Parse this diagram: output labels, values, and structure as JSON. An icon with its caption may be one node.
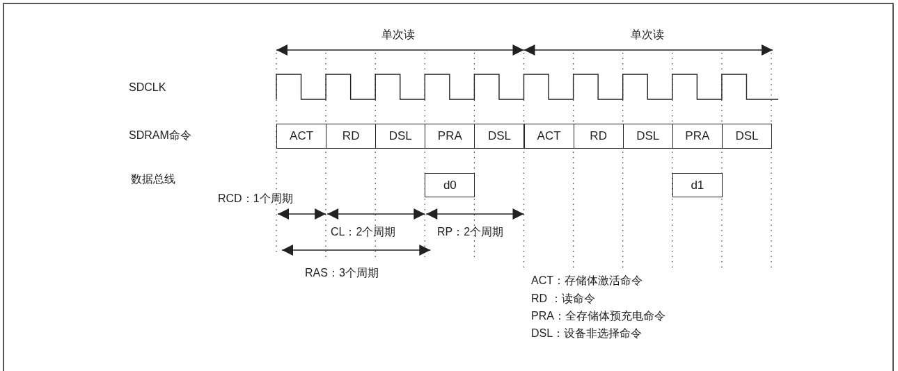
{
  "diagram": {
    "nodes": [
      {
        "text": [
          "ACT"
        ]
      },
      {
        "text": [
          "RD"
        ]
      },
      {
        "text": [
          "DSL"
        ]
      },
      {
        "text": [
          "PRA"
        ]
      },
      {
        "text": [
          "DSL"
        ]
      },
      {
        "text": [
          "ACT"
        ]
      },
      {
        "text": [
          "RD"
        ]
      },
      {
        "text": [
          "DSL"
        ]
      },
      {
        "text": [
          "PRA"
        ]
      },
      {
        "text": [
          "DSL"
        ]
      },
      {
        "text": [
          "d0"
        ]
      },
      {
        "text": [
          "d1"
        ]
      }
    ],
    "edges": [],
    "labels": [
      "单次读",
      "单次读",
      "SDCLK",
      "SDRAM命令",
      "数据总线",
      "RCD：1个周期",
      "CL：2个周期",
      "RP：2个周期",
      "RAS：3个周期",
      "ACT：存储体激活命令",
      "RD ：读命令",
      "PRA：全存储体预充电命令",
      "DSL：设备非选择命令"
    ]
  }
}
